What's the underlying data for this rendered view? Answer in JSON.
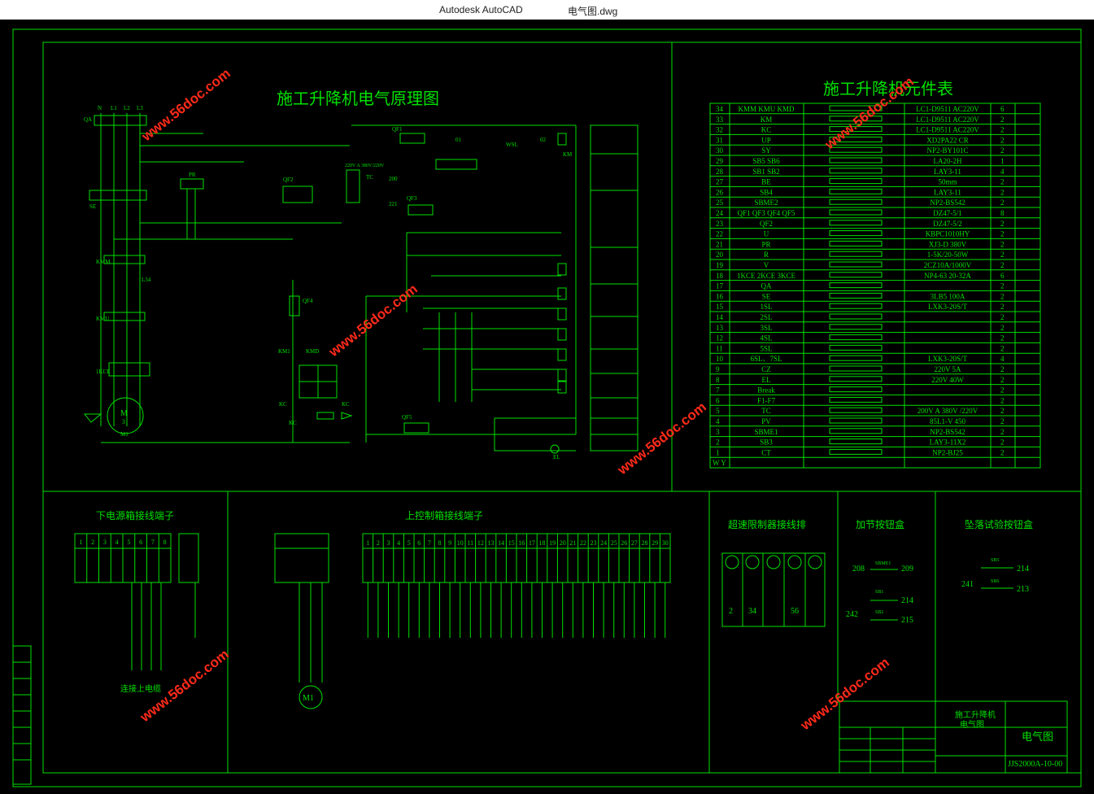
{
  "window": {
    "app_name": "Autodesk AutoCAD",
    "document_name": "电气图.dwg"
  },
  "drawing": {
    "schematic_title": "施工升降机电气原理图",
    "component_table_title": "施工升降机元件表",
    "watermark": "www.56doc.com",
    "colors": {
      "line": "#00e000",
      "background": "#000000",
      "watermark": "#ff2a1a"
    },
    "component_rows": [
      {
        "no": "34",
        "code": "KMM KMU KMD",
        "model": "LC1-D9511 AC220V",
        "qty": "6"
      },
      {
        "no": "33",
        "code": "KM",
        "model": "LC1-D9511 AC220V",
        "qty": "2"
      },
      {
        "no": "32",
        "code": "KC",
        "model": "LC1-D9511 AC220V",
        "qty": "2"
      },
      {
        "no": "31",
        "code": "UP",
        "model": "XD2PA22 CR",
        "qty": "2"
      },
      {
        "no": "30",
        "code": "SY",
        "model": "NP2-BY101C",
        "qty": "2"
      },
      {
        "no": "29",
        "code": "SB5 SB6",
        "model": "LA20-2H",
        "qty": "1"
      },
      {
        "no": "28",
        "code": "SB1 SB2",
        "model": "LAY3-11",
        "qty": "4"
      },
      {
        "no": "27",
        "code": "BE",
        "model": "50mm",
        "qty": "2"
      },
      {
        "no": "26",
        "code": "SB4",
        "model": "LAY3-11",
        "qty": "2"
      },
      {
        "no": "25",
        "code": "SBME2",
        "model": "NP2-BS542",
        "qty": "2"
      },
      {
        "no": "24",
        "code": "QF1 QF3 QF4 QF5",
        "model": "DZ47-5/1",
        "qty": "8"
      },
      {
        "no": "23",
        "code": "QF2",
        "model": "DZ47-5/2",
        "qty": "2"
      },
      {
        "no": "22",
        "code": "U",
        "model": "KBPC1010HY",
        "qty": "2"
      },
      {
        "no": "21",
        "code": "PR",
        "model": "XJ3-D 380V",
        "qty": "2"
      },
      {
        "no": "20",
        "code": "R",
        "model": "1-5K/20-50W",
        "qty": "2"
      },
      {
        "no": "19",
        "code": "V",
        "model": "2CZ10A/1000V",
        "qty": "2"
      },
      {
        "no": "18",
        "code": "1KCE 2KCE 3KCE",
        "model": "NP4-63 20-32A",
        "qty": "6"
      },
      {
        "no": "17",
        "code": "QA",
        "model": "",
        "qty": "2"
      },
      {
        "no": "16",
        "code": "SE",
        "model": "3LB5 100A",
        "qty": "2"
      },
      {
        "no": "15",
        "code": "1SL",
        "model": "LXK3-20S/T",
        "qty": "2"
      },
      {
        "no": "14",
        "code": "2SL",
        "model": "",
        "qty": "2"
      },
      {
        "no": "13",
        "code": "3SL",
        "model": "",
        "qty": "2"
      },
      {
        "no": "12",
        "code": "4SL",
        "model": "",
        "qty": "2"
      },
      {
        "no": "11",
        "code": "5SL",
        "model": "",
        "qty": "2"
      },
      {
        "no": "10",
        "code": "6SL、7SL",
        "model": "LXK3-20S/T",
        "qty": "4"
      },
      {
        "no": "9",
        "code": "CZ",
        "model": "220V 5A",
        "qty": "2"
      },
      {
        "no": "8",
        "code": "EL",
        "model": "220V 40W",
        "qty": "2"
      },
      {
        "no": "7",
        "code": "Break",
        "model": "",
        "qty": "2"
      },
      {
        "no": "6",
        "code": "F1-F7",
        "model": "",
        "qty": "2"
      },
      {
        "no": "5",
        "code": "TC",
        "model": "200V A 380V /220V",
        "qty": "2"
      },
      {
        "no": "4",
        "code": "PV",
        "model": "85L1-V 450",
        "qty": "2"
      },
      {
        "no": "3",
        "code": "SBME1",
        "model": "NP2-BS542",
        "qty": "2"
      },
      {
        "no": "2",
        "code": "SB3",
        "model": "LAY3-11X2",
        "qty": "2"
      },
      {
        "no": "1",
        "code": "CT",
        "model": "NP2-BJ25",
        "qty": "2"
      }
    ],
    "table_header_code": "W Y",
    "bottom_titles": {
      "lower_terminal": "下电源箱接线端子",
      "upper_terminal": "上控制箱接线端子",
      "limit_switch": "超速限制器接线排",
      "roof_button_box": "加节按钮盒",
      "test_button_box": "坠落试验按钮盒",
      "cable_note": "连接上电缆"
    },
    "title_block": {
      "name_line1": "施工升降机",
      "name_line2": "电气图",
      "drawing_name": "电气图",
      "drawing_no": "JJS2000A-10-00"
    },
    "terminal_labels_top": [
      "1",
      "2",
      "3",
      "4",
      "5",
      "6",
      "7",
      "8"
    ],
    "upper_terminal_numbers": [
      "1",
      "2",
      "3",
      "4",
      "5",
      "6",
      "7",
      "8",
      "9",
      "10",
      "11",
      "12",
      "13",
      "14",
      "15",
      "16",
      "17",
      "18",
      "19",
      "20",
      "21",
      "22",
      "23",
      "24",
      "25",
      "26",
      "27",
      "28",
      "29",
      "30"
    ],
    "motor_label": "M1",
    "limit_switch_labels": [
      "2",
      "34",
      "56"
    ],
    "roof_button_labels": [
      "208",
      "SBME1",
      "209",
      "SB1",
      "214",
      "242",
      "SB2",
      "215"
    ],
    "test_button_labels": [
      "SB5",
      "214",
      "241",
      "SB6",
      "213"
    ]
  }
}
